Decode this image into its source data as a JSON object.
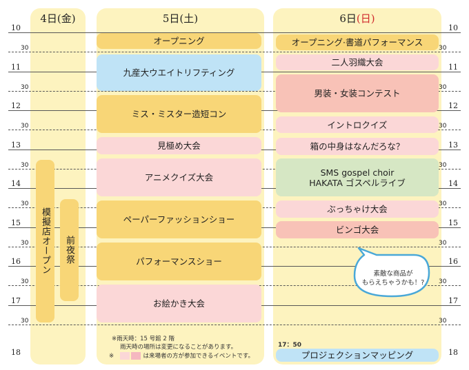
{
  "days": [
    {
      "label": "4日",
      "weekday": "(金)",
      "weekday_color": "#222222"
    },
    {
      "label": "5日",
      "weekday": "(土)",
      "weekday_color": "#222222"
    },
    {
      "label": "6日",
      "weekday": "(日)",
      "weekday_color": "#d0282c"
    }
  ],
  "hours": [
    "10",
    "11",
    "12",
    "13",
    "14",
    "15",
    "16",
    "17",
    "18"
  ],
  "half_label": "30",
  "events": {
    "fri": {
      "mock_store": "模擬店オープン",
      "eve_fest": "前夜祭"
    },
    "sat": {
      "opening": "オープニング",
      "weightlifting": "九産大ウエイトリフティング",
      "miss_contest": "ミス・ミスター造短コン",
      "mikiwame": "見極め大会",
      "anime_quiz": "アニメクイズ大会",
      "paper_fashion": "ペーパーファッションショー",
      "performance": "パフォーマンスショー",
      "drawing": "お絵かき大会"
    },
    "sun": {
      "opening": "オープニング·書道パフォーマンス",
      "ninin_baori": "二人羽織大会",
      "dress_contest": "男装・女装コンテスト",
      "intro_quiz": "イントロクイズ",
      "box_content": "箱の中身はなんだろな？",
      "gospel_line1": "SMS gospel choir",
      "gospel_line2": "HAKATA ゴスペルライブ",
      "bucchake": "ぶっちゃけ大会",
      "bingo": "ビンゴ大会",
      "mapping_time": "17：50",
      "mapping": "プロジェクションマッピング"
    }
  },
  "notes": {
    "rain_line1": "※雨天時：15 号館 2 階",
    "rain_line2": "雨天時の場所は変更になることがあります。",
    "legend_mark": "※",
    "legend_text": "は来場者の方が参加できるイベントです。"
  },
  "bubble_text_line1": "素敵な商品が",
  "bubble_text_line2": "もらえちゃうかも！?",
  "colors": {
    "column": "#fdf3bf",
    "yellow_event": "#f8d677",
    "pink_event": "#fbd7d7",
    "salmon_event": "#f8c2b7",
    "blue_event": "#bfe3f6",
    "green_event": "#d6e7c4",
    "bubble_border": "#4aa8d8"
  }
}
